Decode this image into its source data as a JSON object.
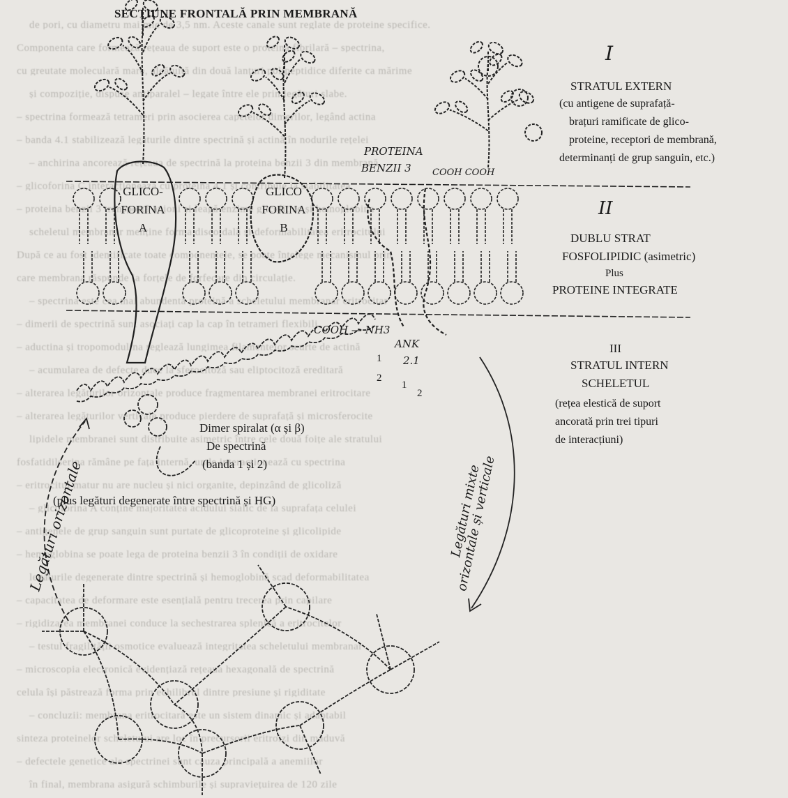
{
  "title": "SECȚIUNE FRONTALĂ PRIN MEMBRANĂ",
  "layers": {
    "outer": {
      "numeral": "I",
      "name": "STRATUL EXTERN",
      "desc1": "(cu antigene de suprafață-",
      "desc2": "brațuri ramificate de glico-",
      "desc3": "proteine, receptori de membrană,",
      "desc4": "determinanți de grup sanguin, etc.)"
    },
    "middle": {
      "numeral": "II",
      "line1": "DUBLU STRAT",
      "line2": "FOSFOLIPIDIC (asimetric)",
      "line3": "Plus",
      "line4": "PROTEINE INTEGRATE"
    },
    "inner": {
      "numeral": "III",
      "line1": "STRATUL INTERN",
      "line2": "SCHELETUL",
      "line3": "(rețea elestică de suport",
      "line4": "ancorată prin trei tipuri",
      "line5": "de interacțiuni)"
    }
  },
  "proteins": {
    "glycophorin_a_1": "GLICO-",
    "glycophorin_a_2": "FORINA",
    "glycophorin_a_3": "A",
    "glycophorin_b_1": "GLICO",
    "glycophorin_b_2": "FORINA",
    "glycophorin_b_3": "B",
    "band3_1": "PROTEINA",
    "band3_2": "BENZII 3",
    "cooh": "COOH COOH",
    "terminal": "COOH — NH3",
    "ankyrin_1": "ANK",
    "ankyrin_2": "2.1"
  },
  "spectrin": {
    "line1": "Dimer spiralat (α și β)",
    "line2": "De spectrină",
    "line3": "(banda 1 și 2)",
    "n1": "1",
    "n2": "2",
    "n3": "1",
    "n4": "2"
  },
  "degenerate": "(plus legături degenerate între spectrină și HG)",
  "arrows": {
    "horizontal": "Legături orizontale",
    "mixed_1": "Legături mixte",
    "mixed_2": "orizontale și verticale"
  },
  "bg_lines": [
    "de pori, cu diametru mai mic de 3,5 nm. Aceste canale sunt reglate de proteine specifice.",
    "Componenta care formează rețeaua de suport este o proteină fibrilară – spectrina,",
    "cu greutate moleculară mare, alcătuită din două lanțuri polipeptidice diferite ca mărime",
    "și compoziție, dispuse antiparalel – legate între ele prin legături slabe.",
    "– spectrina formează tetrameri prin asocierea capetelor dimerilor, legând actina",
    "– banda 4.1 stabilizează legăturile dintre spectrină și actină în nodurile rețelei",
    "– anchirina ancorează rețeaua de spectrină la proteina benzii 3 din membrană",
    "– glicoforina C interacționează cu proteina 4.1 și contribuie la stabilitatea",
    "– proteina benzii 3 transportă anioni și leagă enzime glicolitice și hemoglobina",
    "scheletul membranar menține forma discoidală și deformabilitatea eritrocitului",
    "După ce au fost identificate toate componentele, se poate înțelege mecanismul prin",
    "care membrana răspunde la forțele de forfecare din circulație.",
    "– spectrina este cea mai abundentă proteină a scheletului membranar eritrocitar",
    "– dimerii de spectrină sunt asociați cap la cap în tetrameri flexibili",
    "– aductina și tropomodulina reglează lungimea filamentelor scurte de actină",
    "– acumularea de defecte duce la sferocitoză sau eliptocitoză ereditară",
    "– alterarea legăturilor orizontale produce fragmentarea membranei eritrocitare",
    "– alterarea legăturilor verticale produce pierdere de suprafață și microsferocite",
    "lipidele membranei sunt distribuite asimetric între cele două foițe ale stratului",
    "fosfatidilserina rămâne pe fața internă, unde interacționează cu spectrina",
    "– eritrocitul matur nu are nucleu și nici organite, depinzând de glicoliză",
    "– glicoforina A conține majoritatea acidului sialic de la suprafața celulei",
    "– antigenele de grup sanguin sunt purtate de glicoproteine și glicolipide",
    "– hemoglobina se poate lega de proteina benzii 3 în condiții de oxidare",
    "legăturile degenerate dintre spectrină și hemoglobină scad deformabilitatea",
    "– capacitatea de deformare este esențială pentru trecerea prin capilare",
    "– rigidizarea membranei conduce la sechestrarea splenică a eritrocitelor",
    "– testul fragilității osmotice evaluează integritatea scheletului membranar",
    "– microscopia electronică evidențiază rețeaua hexagonală de spectrină",
    "celula își păstrează forma prin echilibrul dintre presiune și rigiditate",
    "– concluzii: membrana eritrocitară este un sistem dinamic și adaptabil",
    "sinteza proteinelor scheletului are loc în precursorii eritroizi din măduvă",
    "– defectele genetice ale spectrinei sunt cauza principală a anemiilor",
    "în final, membrana asigură schimburile și supraviețuirea de 120 zile"
  ]
}
